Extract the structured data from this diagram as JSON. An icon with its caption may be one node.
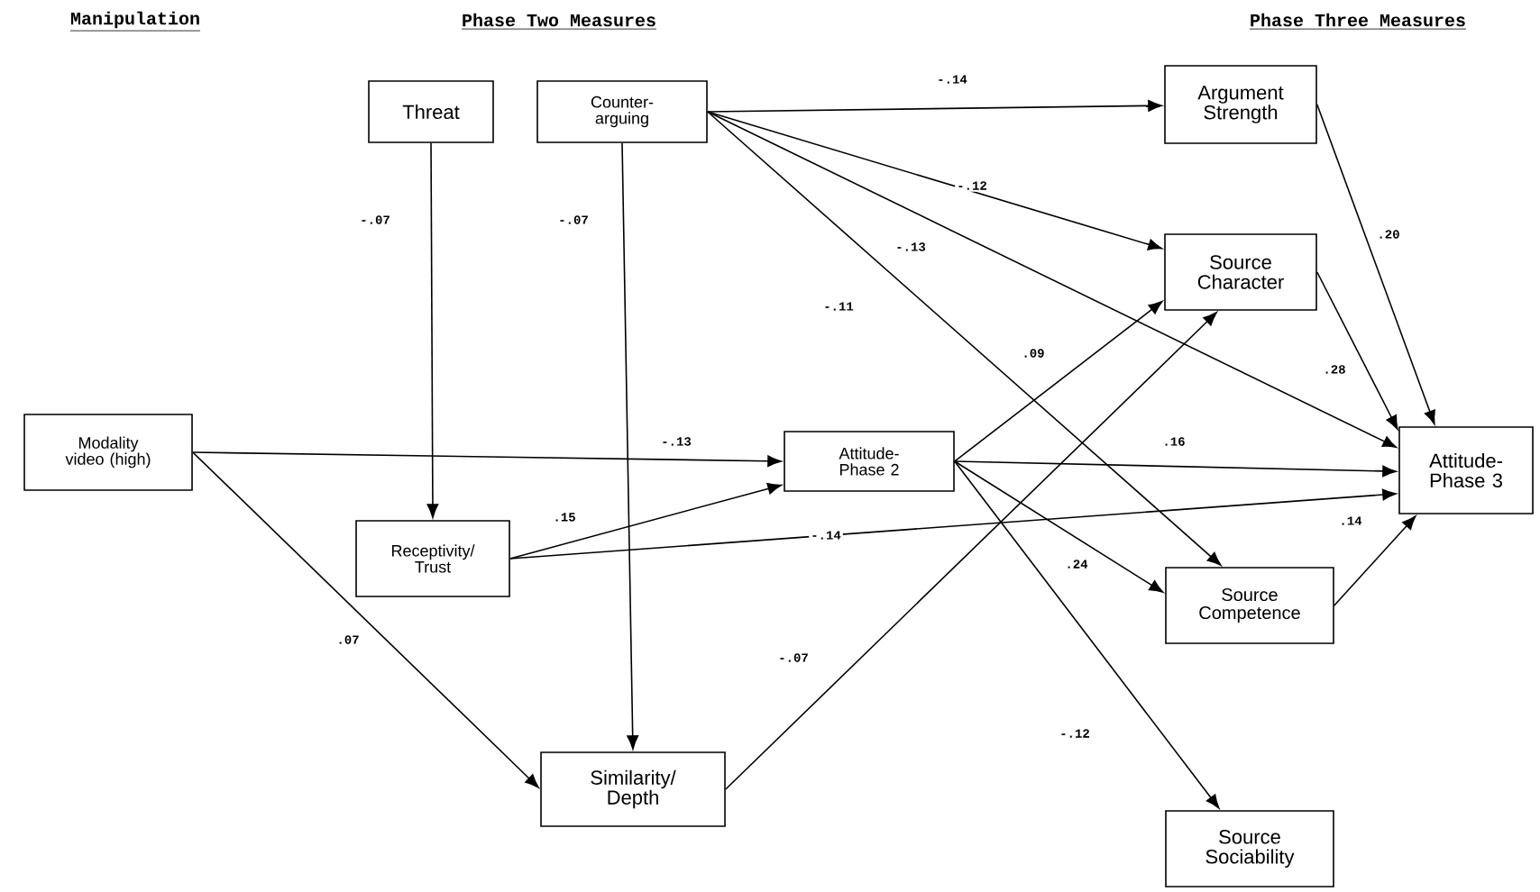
{
  "diagram": {
    "nodes": [
      {
        "text": [
          "Threat"
        ]
      },
      {
        "text": [
          "Counter- arguing"
        ]
      },
      {
        "text": [
          "Argument Strength"
        ]
      },
      {
        "text": [
          "Source Character"
        ]
      },
      {
        "text": [
          "Modality video (high)"
        ]
      },
      {
        "text": [
          "Attitude- Phase 2"
        ]
      },
      {
        "text": [
          "Attitude- Phase 3"
        ]
      },
      {
        "text": [
          "Receptivity/ Trust"
        ]
      },
      {
        "text": [
          "Source Competence"
        ]
      },
      {
        "text": [
          "Similarity/ Depth"
        ]
      },
      {
        "text": [
          "Source Sociability"
        ]
      }
    ],
    "edges": [
      {
        "from": 0,
        "to": 7,
        "arrow": "to",
        "label": "-.07"
      },
      {
        "from": 1,
        "to": 9,
        "arrow": "to",
        "label": "-.07"
      },
      {
        "from": 1,
        "to": 2,
        "arrow": "to",
        "label": "-.14"
      },
      {
        "from": 1,
        "to": 3,
        "arrow": "to",
        "label": "-.12"
      },
      {
        "from": 1,
        "to": 6,
        "arrow": "to",
        "label": "-.13"
      },
      {
        "from": 1,
        "to": 8,
        "arrow": "to",
        "label": "-.11"
      },
      {
        "from": 4,
        "to": 5,
        "arrow": "to",
        "label": "-.13"
      },
      {
        "from": 4,
        "to": 9,
        "arrow": "to",
        "label": ".07"
      },
      {
        "from": 7,
        "to": 5,
        "arrow": "to",
        "label": ".15"
      },
      {
        "from": 7,
        "to": 6,
        "arrow": "to",
        "label": "-.14"
      },
      {
        "from": 5,
        "to": 3,
        "arrow": "to",
        "label": ".09"
      },
      {
        "from": 5,
        "to": 6,
        "arrow": "to",
        "label": ".16"
      },
      {
        "from": 5,
        "to": 8,
        "arrow": "to",
        "label": ".24"
      },
      {
        "from": 5,
        "to": 10,
        "arrow": "to",
        "label": "-.12"
      },
      {
        "from": 9,
        "to": 3,
        "arrow": "to",
        "label": "-.07"
      },
      {
        "from": 2,
        "to": 6,
        "arrow": "to",
        "label": ".20"
      },
      {
        "from": 3,
        "to": 6,
        "arrow": "to",
        "label": ".28"
      },
      {
        "from": 8,
        "to": 6,
        "arrow": "to",
        "label": ".14"
      }
    ],
    "labels": [
      "Manipulation",
      "Phase Two Measures",
      "Phase Three Measures"
    ]
  }
}
